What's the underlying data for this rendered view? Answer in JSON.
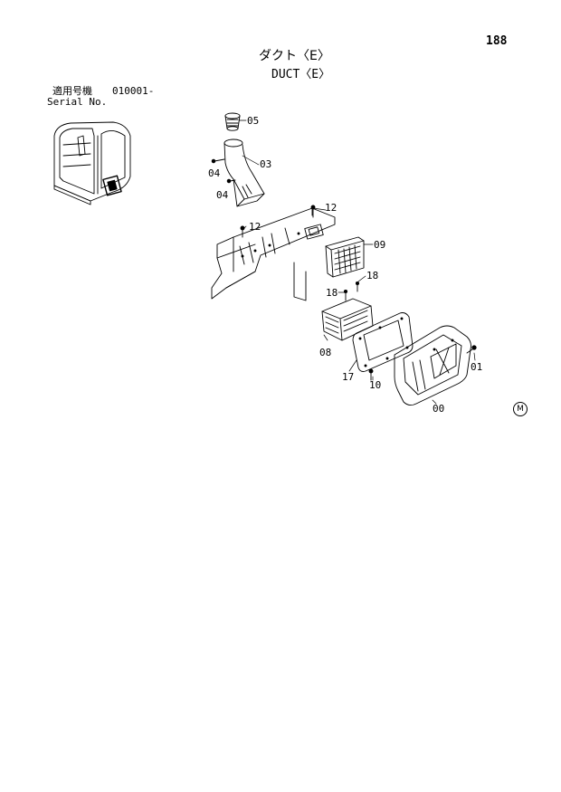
{
  "page_number": "188",
  "title_jp": "ダクト〈E〉",
  "title_en": "DUCT〈E〉",
  "serial": {
    "label_jp": "適用号機",
    "value": "010001-",
    "label_en": "Serial No."
  },
  "callouts": [
    "05",
    "04",
    "03",
    "04",
    "12",
    "12",
    "09",
    "18",
    "18",
    "08",
    "17",
    "10",
    "01",
    "00"
  ],
  "mark": "M"
}
